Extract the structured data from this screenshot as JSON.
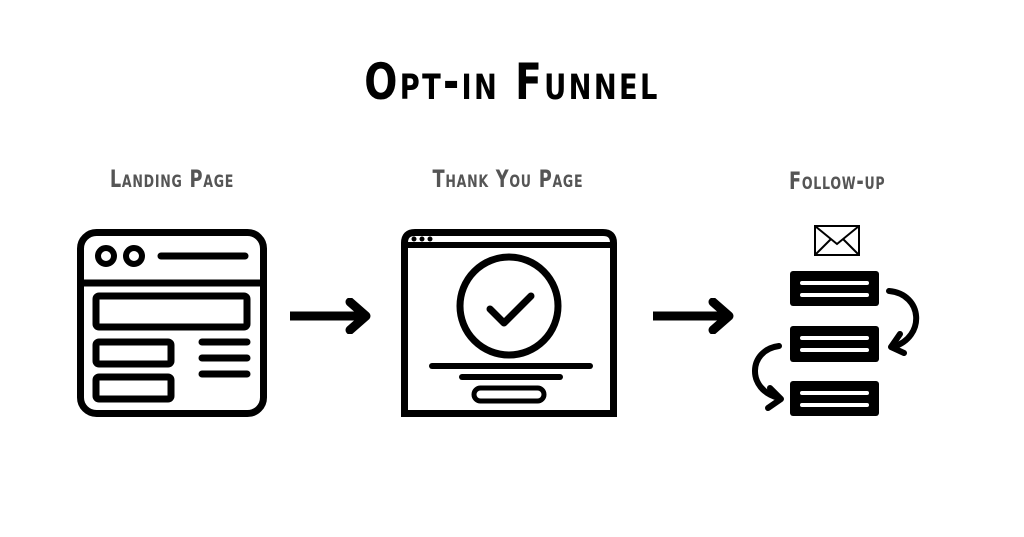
{
  "title": "Opt-in Funnel",
  "stages": [
    {
      "label": "Landing Page",
      "icon": "landing-page-wireframe-icon"
    },
    {
      "label": "Thank You Page",
      "icon": "thank-you-page-checkmark-icon"
    },
    {
      "label": "Follow-up",
      "icon": "email-sequence-icon"
    }
  ],
  "connectors": [
    {
      "icon": "arrow-right-icon",
      "from": "Landing Page",
      "to": "Thank You Page"
    },
    {
      "icon": "arrow-right-icon",
      "from": "Thank You Page",
      "to": "Follow-up"
    }
  ],
  "colors": {
    "title": "#000000",
    "labels": "#555555",
    "stroke": "#000000",
    "background": "#ffffff"
  }
}
